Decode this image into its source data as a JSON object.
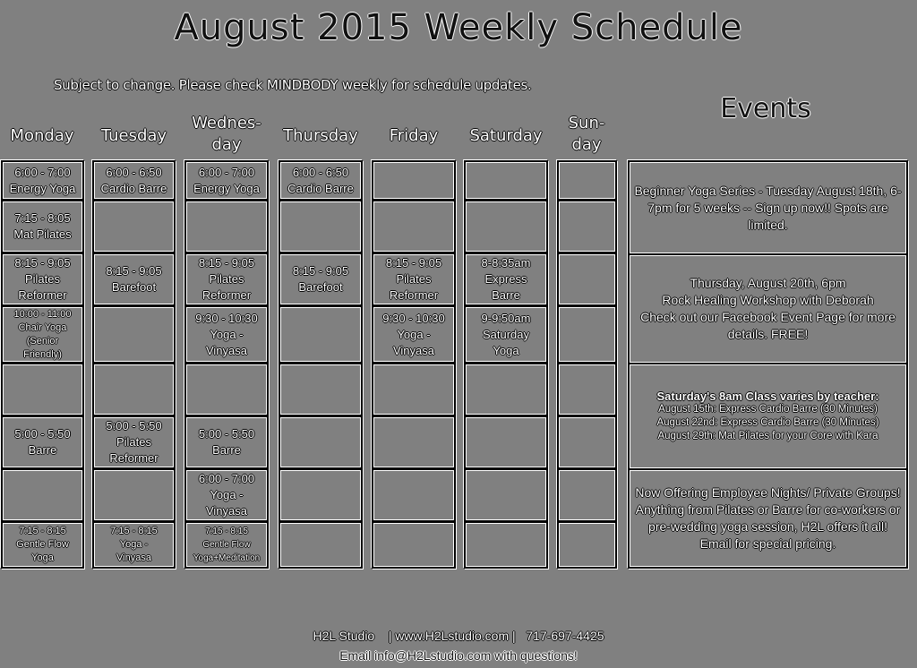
{
  "header": {
    "title": "August 2015 Weekly Schedule",
    "subtitle": "Subject to change. Please check MINDBODY weekly for schedule updates.",
    "events_title": "Events"
  },
  "days": [
    {
      "label": "Monday"
    },
    {
      "label": "Tuesday"
    },
    {
      "label": "Wednes-\nday"
    },
    {
      "label": "Thursday"
    },
    {
      "label": "Friday"
    },
    {
      "label": "Saturday"
    },
    {
      "label": "Sun-\nday"
    }
  ],
  "schedule": {
    "monday": [
      "6:00 - 7:00\nEnergy Yoga",
      "7:15 - 8:05\nMat Pilates",
      "8:15 - 9:05\nPilates\nReformer",
      "10:00 - 11:00\nChair Yoga\n(Senior\nFriendly)",
      "",
      "5:00 - 5:50\nBarre",
      "",
      "7:15 - 8:15\nGentle Flow\nYoga"
    ],
    "tuesday": [
      "6:00 - 6:50\nCardio Barre",
      "",
      "8:15 - 9:05\nBarefoot",
      "",
      "",
      "5:00 - 5:50\nPilates\nReformer",
      "",
      "7:15 - 8:15\nYoga -\nVinyasa"
    ],
    "wednesday": [
      "6:00 - 7:00\nEnergy Yoga",
      "",
      "8:15 - 9:05\nPilates\nReformer",
      "9:30 - 10:30\nYoga -\nVinyasa",
      "",
      "5:00 - 5:50\nBarre",
      "6:00 - 7:00\nYoga -\nVinyasa",
      "7:15 - 8:15\nGentle Flow\nYoga+Meditation"
    ],
    "thursday": [
      "6:00 - 6:50\nCardio Barre",
      "",
      "8:15 - 9:05\nBarefoot",
      "",
      "",
      "",
      "",
      ""
    ],
    "friday": [
      "",
      "",
      "8:15 - 9:05\nPilates\nReformer",
      "9:30 - 10:30\nYoga -\nVinyasa",
      "",
      "",
      "",
      ""
    ],
    "saturday": [
      "",
      "",
      "8-8:35am\nExpress\nBarre",
      "9-9:50am\nSaturday\nYoga",
      "",
      "",
      "",
      ""
    ],
    "sunday": [
      "",
      "",
      "",
      "",
      "",
      "",
      "",
      ""
    ]
  },
  "events": [
    {
      "text": "Beginner Yoga Series - Tuesday August 18th, 6-7pm for 5 weeks -- Sign up now!! Spots are limited."
    },
    {
      "text": "Thursday, August 20th, 6pm\nRock Healing Workshop with Deborah\nCheck out our Facebook Event Page for more details. FREE!"
    },
    {
      "heading": "Saturday's 8am Class varies by teacher:",
      "text": "August 15th: Express Cardio Barre (30 Minutes)\nAugust 22nd:  Express Cardio Barre (30 Minutes)\nAugust 29th: Mat Pilates for your Core with Kara"
    },
    {
      "text": "Now Offering Employee Nights/ Private Groups! Anything from Pilates or Barre for co-workers or pre-wedding yoga session, H2L offers it all! Email for special pricing."
    }
  ],
  "footer": {
    "line1": "H2L Studio    | www.H2Lstudio.com |   717-697-4425",
    "line2": "Email info@H2Lstudio.com with questions!"
  },
  "colors": {
    "background": "#808080",
    "border": "#000000",
    "highlight": "#ffffff"
  }
}
